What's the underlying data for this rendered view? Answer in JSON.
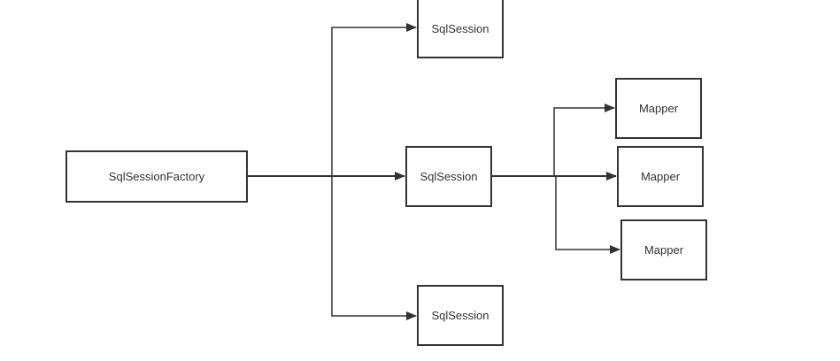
{
  "diagram": {
    "colors": {
      "stroke": "#333333",
      "text": "#333333",
      "background": "#ffffff"
    },
    "nodes": {
      "factory": {
        "label": "SqlSessionFactory"
      },
      "session_top": {
        "label": "SqlSession"
      },
      "session_middle": {
        "label": "SqlSession"
      },
      "session_bottom": {
        "label": "SqlSession"
      },
      "mapper_1": {
        "label": "Mapper"
      },
      "mapper_2": {
        "label": "Mapper"
      },
      "mapper_3": {
        "label": "Mapper"
      }
    },
    "edges": [
      {
        "from": "factory",
        "to": "session_top"
      },
      {
        "from": "factory",
        "to": "session_middle"
      },
      {
        "from": "factory",
        "to": "session_bottom"
      },
      {
        "from": "session_middle",
        "to": "mapper_1"
      },
      {
        "from": "session_middle",
        "to": "mapper_2"
      },
      {
        "from": "session_middle",
        "to": "mapper_3"
      }
    ]
  }
}
